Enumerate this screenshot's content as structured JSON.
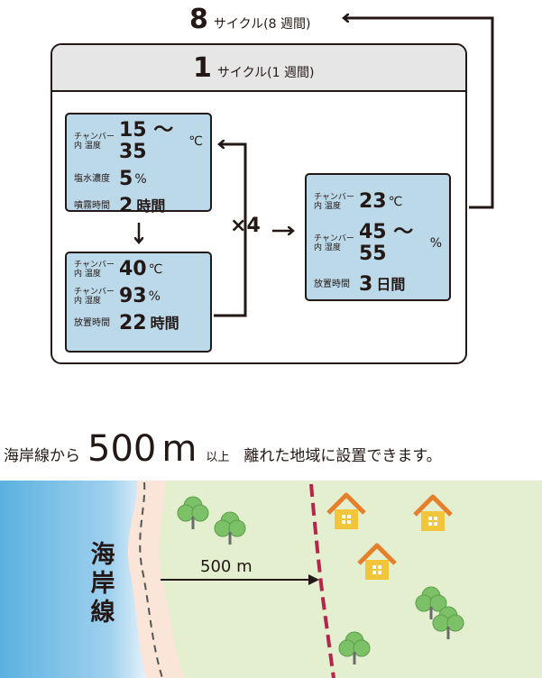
{
  "cycle": {
    "outer": {
      "number": "8",
      "label": "サイクル(8 週間)"
    },
    "inner": {
      "number": "1",
      "label": "サイクル(1 週間)"
    },
    "repeat": {
      "symbol": "×",
      "count": "4"
    },
    "spray_box": {
      "rows": [
        {
          "label": "チャンバー内 温度",
          "value": "15 ～ 35",
          "unit": "℃"
        },
        {
          "label": "塩水濃度",
          "value": "5",
          "unit": "%"
        },
        {
          "label": "噴霧時間",
          "value": "2",
          "unit": "時間"
        }
      ]
    },
    "humid_box": {
      "rows": [
        {
          "label": "チャンバー内 温度",
          "value": "40",
          "unit": "℃"
        },
        {
          "label": "チャンバー内 湿度",
          "value": "93",
          "unit": "%"
        },
        {
          "label": "放置時間",
          "value": "22",
          "unit": "時間"
        }
      ]
    },
    "rest_box": {
      "rows": [
        {
          "label": "チャンバー内 温度",
          "value": "23",
          "unit": "℃"
        },
        {
          "label": "チャンバー内 湿度",
          "value": "45 ～ 55",
          "unit": "%"
        },
        {
          "label": "放置時間",
          "value": "3",
          "unit": "日間"
        }
      ]
    }
  },
  "sentence": {
    "prefix": "海岸線から",
    "distance": "500",
    "distance_unit": "m",
    "qualifier": "以上",
    "suffix": "離れた地域に設置できます。"
  },
  "map": {
    "coast_label": "海岸線",
    "distance_label": "500 m",
    "colors": {
      "sea": "#5cb1e0",
      "beach": "#fbe4d8",
      "land": "#e3efcf",
      "boundary": "#b5244a",
      "tree": "#7cc068",
      "house_roof": "#e57f2c",
      "house_wall": "#f3c53a"
    }
  }
}
